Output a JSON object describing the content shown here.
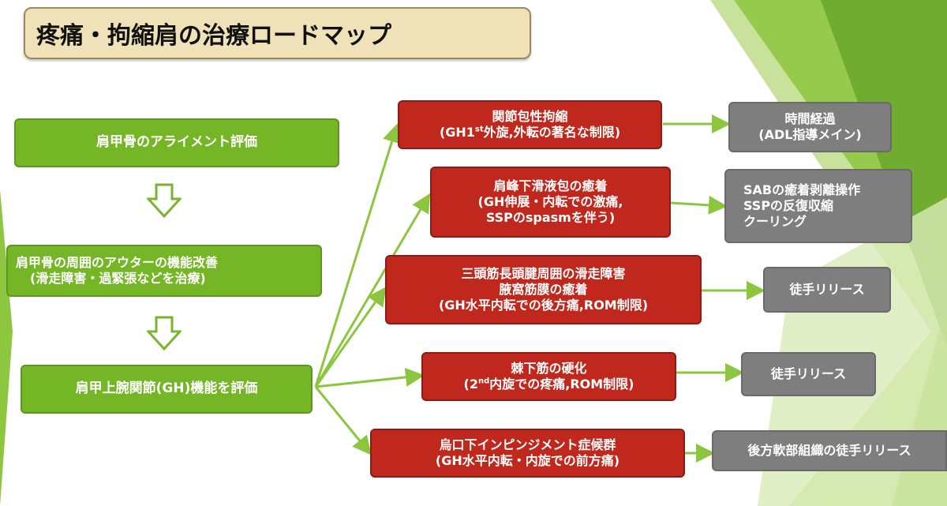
{
  "title": "疼痛・拘縮肩の治療ロードマップ",
  "left_steps": [
    "肩甲骨のアライメント評価",
    {
      "line1": "肩甲骨の周囲のアウターの機能改善",
      "line2": "(滑走障害・過緊張などを治療)"
    },
    "肩甲上腕関節(GH)機能を評価"
  ],
  "findings": [
    {
      "line1": "関節包性拘縮",
      "line2_pre": "(GH1",
      "sup": "st",
      "line2_post": "外旋,外転の著名な制限)"
    },
    {
      "line1": "肩峰下滑液包の癒着",
      "line2": "(GH伸展・内転での激痛,",
      "line3": "SSPのspasmを伴う)"
    },
    {
      "line1": "三頭筋長頭腱周囲の滑走障害",
      "line2": "腋窩筋膜の癒着",
      "line3": "(GH水平内転での後方痛,ROM制限)"
    },
    {
      "line1": "棘下筋の硬化",
      "line2_pre": "(2",
      "sup": "nd",
      "line2_post": "内旋での疼痛,ROM制限)"
    },
    {
      "line1": "烏口下インピンジメント症候群",
      "line2": "(GH水平内転・内旋での前方痛)"
    }
  ],
  "treatments": [
    {
      "line1": "時間経過",
      "line2": "(ADL指導メイン)"
    },
    {
      "line1": "SABの癒着剥離操作",
      "line2": "SSPの反復収縮",
      "line3": "クーリング"
    },
    {
      "line1": "徒手リリース"
    },
    {
      "line1": "徒手リリース"
    },
    {
      "line1": "後方軟部組織の徒手リリース"
    }
  ],
  "colors": {
    "green_box": "#74b626",
    "red_box": "#c0281d",
    "gray_box": "#7e7e7e",
    "title_bg": "#efe2b8",
    "arrow": "#8cc63f",
    "bg_accent_green": "#8dc63f"
  }
}
